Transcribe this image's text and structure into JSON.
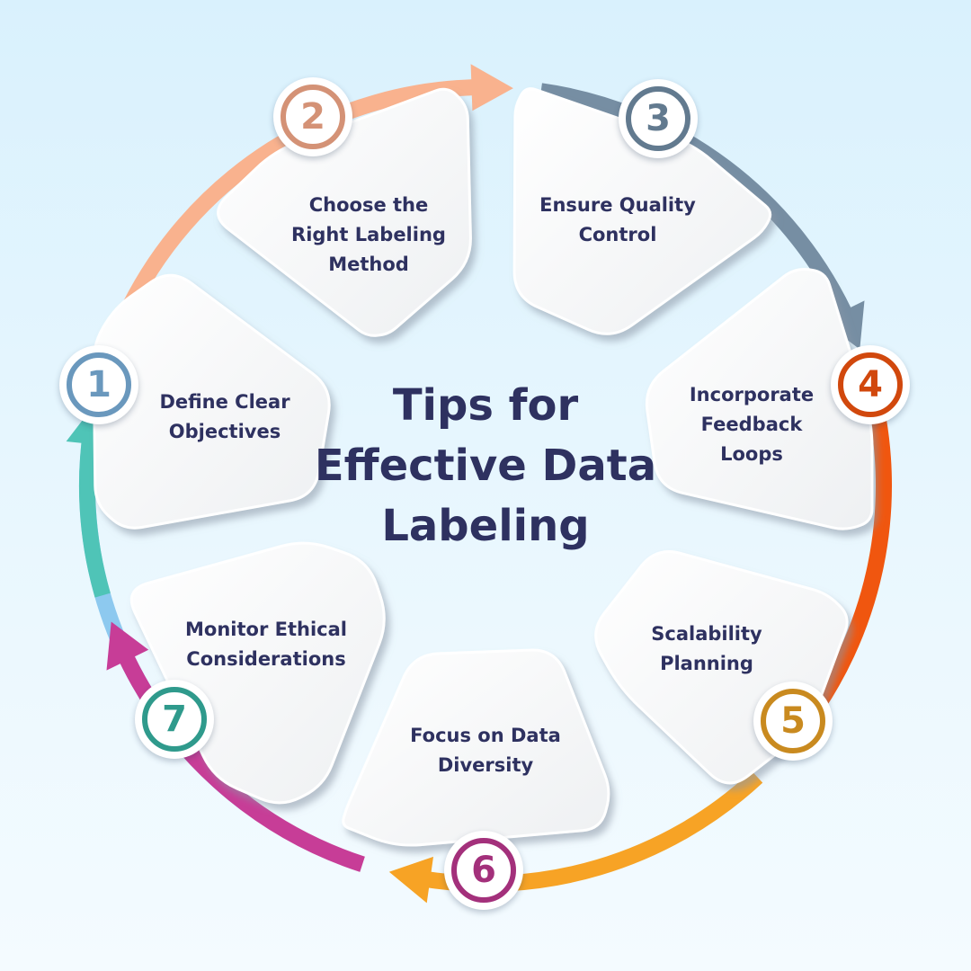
{
  "title": "Tips for\nEffective Data\nLabeling",
  "steps": [
    {
      "number": "1",
      "label": "Define Clear\nObjectives",
      "color": "#8dc9ef",
      "badge_color": "#6a98bd"
    },
    {
      "number": "2",
      "label": "Choose the\nRight Labeling\nMethod",
      "color": "#f9b28e",
      "badge_color": "#d49276"
    },
    {
      "number": "3",
      "label": "Ensure Quality\nControl",
      "color": "#768ea3",
      "badge_color": "#627a8f"
    },
    {
      "number": "4",
      "label": "Incorporate\nFeedback\nLoops",
      "color": "#f0560f",
      "badge_color": "#d1480d"
    },
    {
      "number": "5",
      "label": "Scalability\nPlanning",
      "color": "#f7a325",
      "badge_color": "#c98a1f"
    },
    {
      "number": "6",
      "label": "Focus on Data\nDiversity",
      "color": "#c73d97",
      "badge_color": "#a3307b"
    },
    {
      "number": "7",
      "label": "Monitor Ethical\nConsiderations",
      "color": "#4fc4b7",
      "badge_color": "#2f9a8c"
    }
  ]
}
